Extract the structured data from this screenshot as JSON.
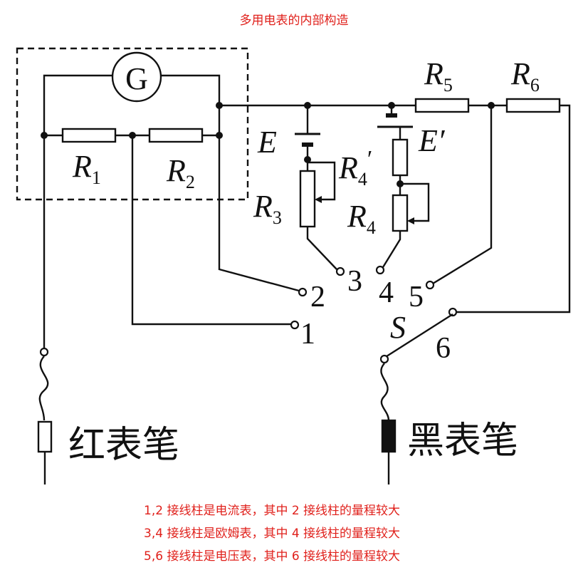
{
  "title": "多用电表的内部构造",
  "labels": {
    "galvanometer": "G",
    "r1": "R",
    "r1_sub": "1",
    "r2": "R",
    "r2_sub": "2",
    "r3": "R",
    "r3_sub": "3",
    "r4": "R",
    "r4_sub": "4",
    "r4p": "R",
    "r4p_sub": "4",
    "r5": "R",
    "r5_sub": "5",
    "r6": "R",
    "r6_sub": "6",
    "battery_e": "E",
    "battery_ep": "E′",
    "switch": "S"
  },
  "terminals": [
    "1",
    "2",
    "3",
    "4",
    "5",
    "6"
  ],
  "probes": {
    "red": "红表笔",
    "black": "黑表笔"
  },
  "notes": [
    "1,2 接线柱是电流表，其中 2 接线柱的量程较大",
    "3,4 接线柱是欧姆表，其中 4 接线柱的量程较大",
    "5,6 接线柱是电压表，其中 6 接线柱的量程较大"
  ],
  "colors": {
    "notes": "#e0201b",
    "lines": "#111111"
  }
}
